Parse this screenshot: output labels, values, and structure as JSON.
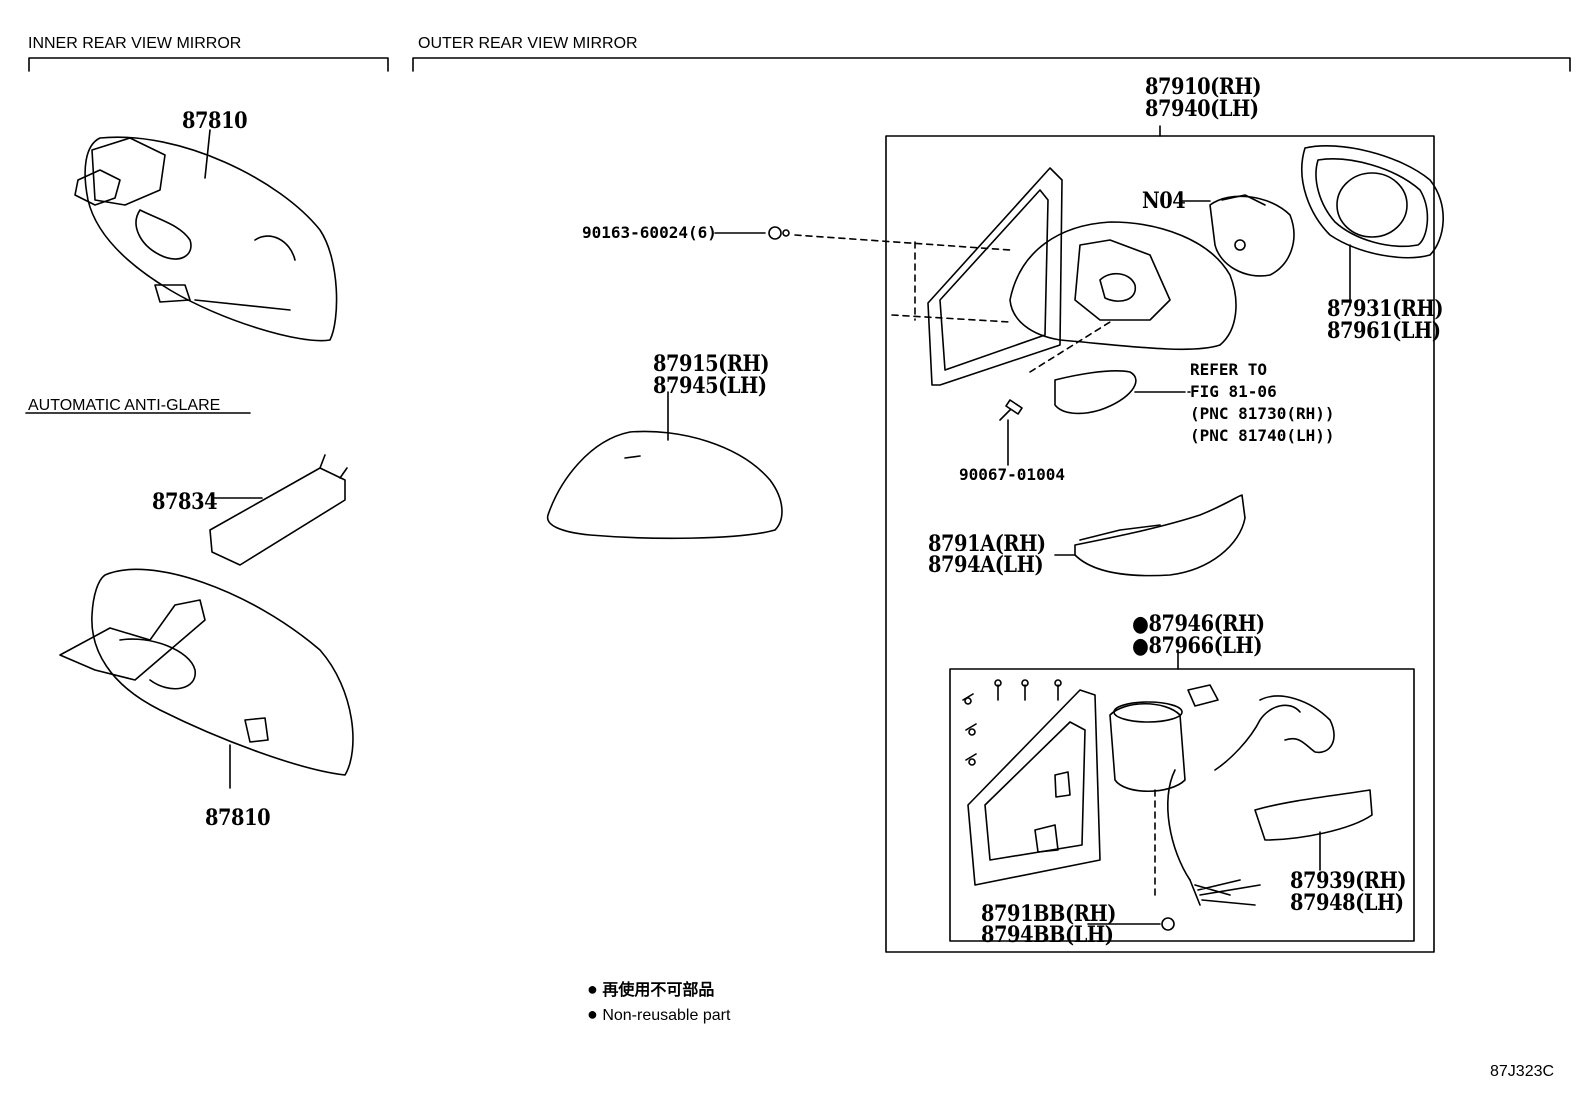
{
  "sections": {
    "inner": "INNER REAR VIEW MIRROR",
    "outer": "OUTER REAR VIEW MIRROR",
    "auto_anti_glare": "AUTOMATIC ANTI-GLARE"
  },
  "parts": {
    "p87810_top": "87810",
    "p87834": "87834",
    "p87810_bottom": "87810",
    "p87915": "87915(RH)",
    "p87945": "87945(LH)",
    "p90163": "90163-60024(6)",
    "p87910": "87910(RH)",
    "p87940": "87940(LH)",
    "pN04": "N04",
    "p87931": "87931(RH)",
    "p87961": "87961(LH)",
    "refer_1": "REFER TO",
    "refer_2": "FIG 81-06",
    "refer_3": "(PNC 81730(RH))",
    "refer_4": "(PNC 81740(LH))",
    "p90067": "90067-01004",
    "p8791A": "8791A(RH)",
    "p8794A": "8794A(LH)",
    "p87946": "87946(RH)",
    "p87966": "87966(LH)",
    "p87939": "87939(RH)",
    "p87948": "87948(LH)",
    "p8791BB": "8791BB(RH)",
    "p8794BB": "8794BB(LH)"
  },
  "legend": {
    "jp": "再使用不可部品",
    "en": "Non-reusable part"
  },
  "diagram_code": "87J323C"
}
